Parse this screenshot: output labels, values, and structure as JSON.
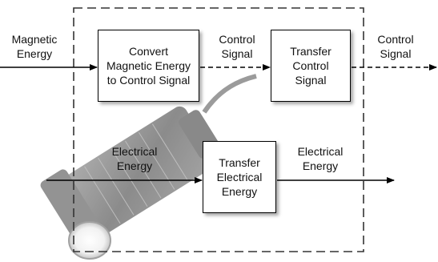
{
  "inputs": {
    "magnetic": [
      "Magnetic",
      "Energy"
    ],
    "electrical": [
      "Electrical",
      "Energy"
    ]
  },
  "boxes": {
    "convert": [
      "Convert",
      "Magnetic Energy",
      "to Control Signal"
    ],
    "transfer_control": [
      "Transfer",
      "Control",
      "Signal"
    ],
    "transfer_electrical": [
      "Transfer",
      "Electrical",
      "Energy"
    ]
  },
  "mid_labels": {
    "control_signal": [
      "Control",
      "Signal"
    ]
  },
  "outputs": {
    "control_signal": [
      "Control",
      "Signal"
    ],
    "electrical": [
      "Electrical",
      "Energy"
    ]
  },
  "colors": {
    "line": "#000000",
    "boundary": "#333333",
    "box_fill": "#ffffff",
    "sensor_body": "#3a3a3a"
  }
}
